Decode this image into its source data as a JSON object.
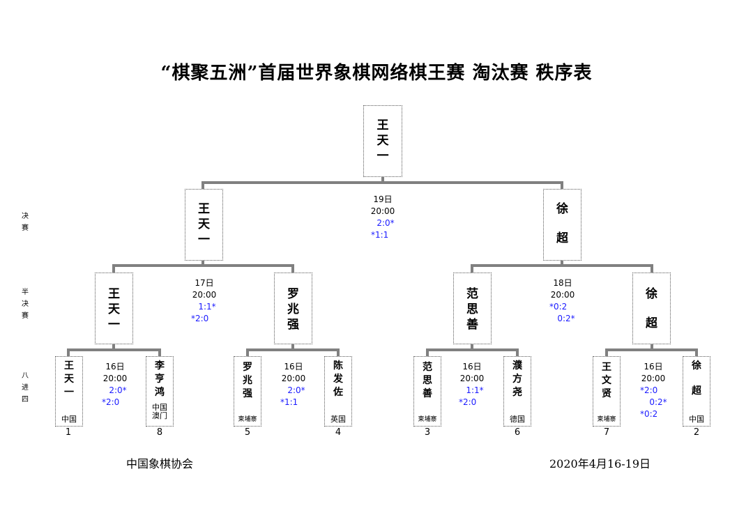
{
  "title": "“棋聚五洲”首届世界象棋网络棋王赛 淘汰赛 秩序表",
  "round_labels": {
    "final": [
      "决",
      "赛"
    ],
    "semi": [
      "半",
      "决",
      "赛"
    ],
    "quarter": [
      "八",
      "进",
      "四"
    ]
  },
  "champion": {
    "name": "王天一"
  },
  "final": {
    "left": "王天一",
    "right": "徐超",
    "info": {
      "date": "19日",
      "time": "20:00",
      "scores": [
        "2:0*",
        "*1:1"
      ]
    }
  },
  "semis": [
    {
      "left": "王天一",
      "right": "罗兆强",
      "info": {
        "date": "17日",
        "time": "20:00",
        "scores": [
          "1:1*",
          "*2:0"
        ]
      }
    },
    {
      "left": "范思善",
      "right": "徐超",
      "info": {
        "date": "18日",
        "time": "20:00",
        "scores": [
          "*0:2",
          "0:2*"
        ]
      }
    }
  ],
  "quarters": [
    {
      "left": {
        "name": "王天一",
        "country": "中国",
        "seed": "1"
      },
      "right": {
        "name": "李亨鸿",
        "country": "中国澳门",
        "seed": "8"
      },
      "info": {
        "date": "16日",
        "time": "20:00",
        "scores": [
          "2:0*",
          "*2:0"
        ]
      }
    },
    {
      "left": {
        "name": "罗兆强",
        "country": "柬埔寨",
        "seed": "5"
      },
      "right": {
        "name": "陈发佐",
        "country": "英国",
        "seed": "4"
      },
      "info": {
        "date": "16日",
        "time": "20:00",
        "scores": [
          "2:0*",
          "*1:1"
        ]
      }
    },
    {
      "left": {
        "name": "范思善",
        "country": "柬埔寨",
        "seed": "3"
      },
      "right": {
        "name": "濮方尧",
        "country": "德国",
        "seed": "6"
      },
      "info": {
        "date": "16日",
        "time": "20:00",
        "scores": [
          "1:1*",
          "*2:0"
        ]
      }
    },
    {
      "left": {
        "name": "王文贤",
        "country": "柬埔寨",
        "seed": "7"
      },
      "right": {
        "name": "徐超",
        "country": "中国",
        "seed": "2"
      },
      "info": {
        "date": "16日",
        "time": "20:00",
        "scores": [
          "*2:0",
          "0:2*",
          "*0:2"
        ]
      }
    }
  ],
  "footer": {
    "organizer": "中国象棋协会",
    "dates": "2020年4月16-19日"
  },
  "colors": {
    "line": "#808080",
    "score": "#1a1aff"
  }
}
